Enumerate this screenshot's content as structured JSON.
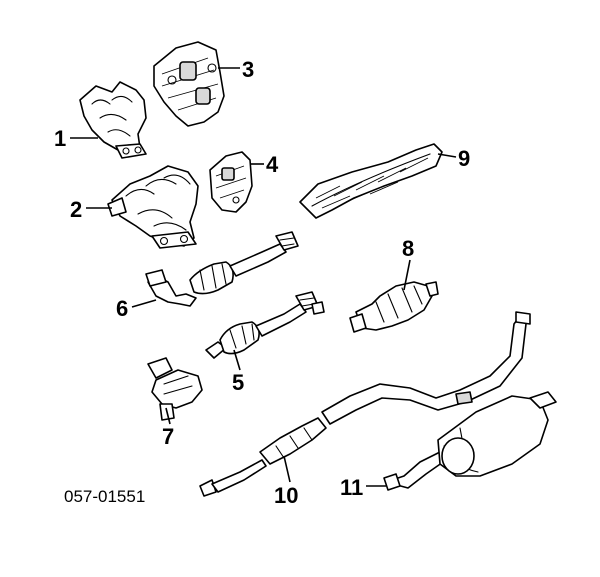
{
  "diagram": {
    "reference_code": "057-01551",
    "callouts": [
      {
        "id": "1",
        "label": "1"
      },
      {
        "id": "2",
        "label": "2"
      },
      {
        "id": "3",
        "label": "3"
      },
      {
        "id": "4",
        "label": "4"
      },
      {
        "id": "5",
        "label": "5"
      },
      {
        "id": "6",
        "label": "6"
      },
      {
        "id": "7",
        "label": "7"
      },
      {
        "id": "8",
        "label": "8"
      },
      {
        "id": "9",
        "label": "9"
      },
      {
        "id": "10",
        "label": "10"
      },
      {
        "id": "11",
        "label": "11"
      }
    ]
  }
}
